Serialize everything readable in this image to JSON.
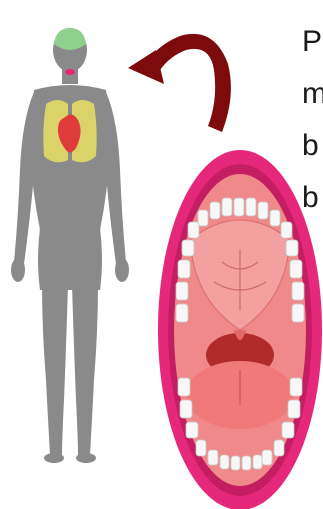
{
  "text_lines": [
    "P",
    "m",
    "b",
    "b"
  ],
  "colors": {
    "body_silhouette": "#8a8a8a",
    "brain": "#8fd08f",
    "lungs": "#d9d36a",
    "heart": "#e03b3b",
    "arrow": "#7d0b0b",
    "lips": "#e6287a",
    "oral_cavity": "#f08a8a",
    "tongue": "#f07a7a",
    "throat": "#b02a2a",
    "teeth": "#f7f7f7"
  },
  "icons": {
    "figure": "human-body-icon",
    "arrow": "curved-arrow-icon",
    "mouth": "open-mouth-icon"
  }
}
